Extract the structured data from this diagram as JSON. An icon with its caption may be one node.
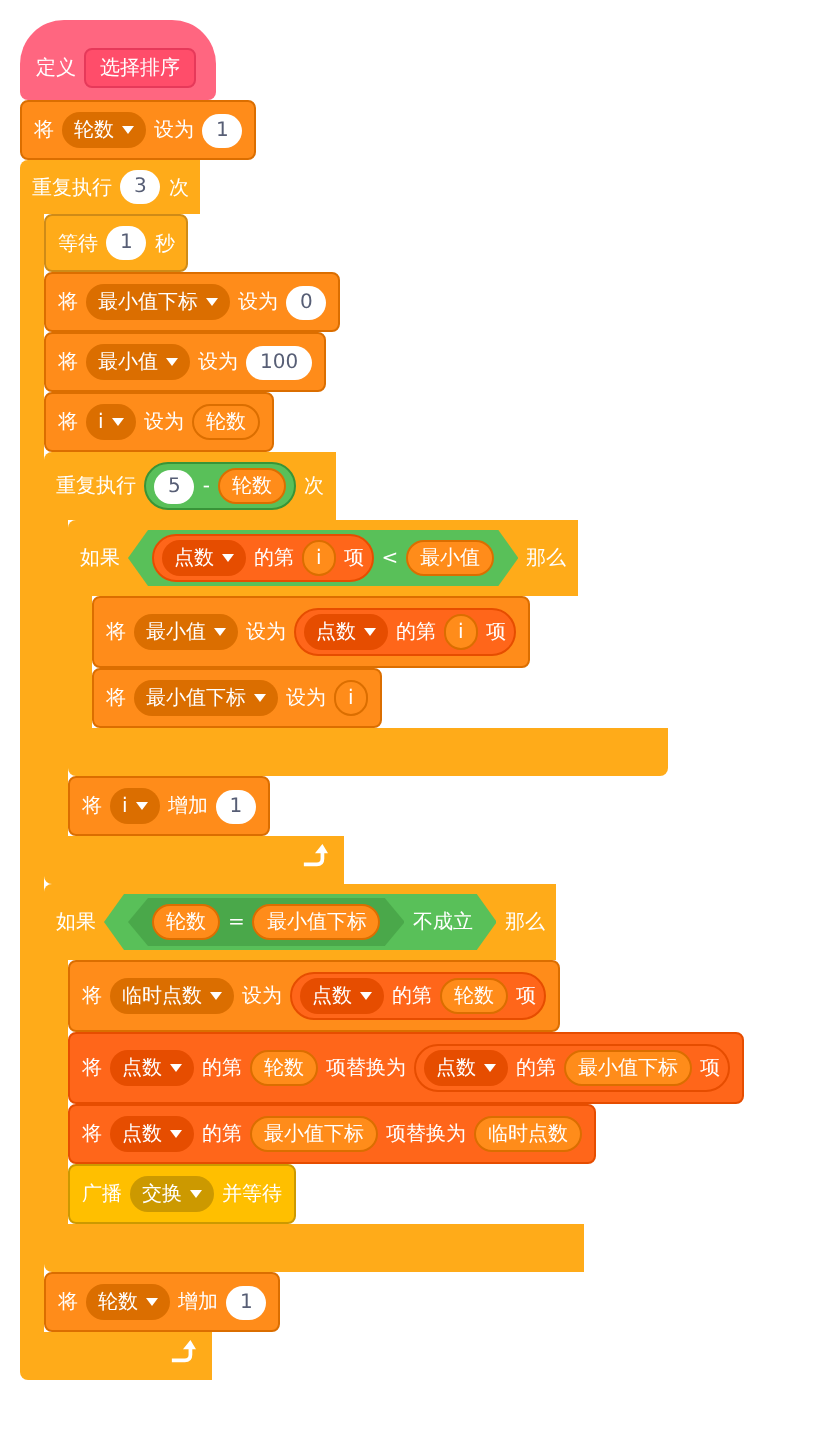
{
  "diagram": {
    "nodes": [
      {
        "text": [
          "定义",
          "选择排序"
        ]
      },
      {
        "text": [
          "将",
          "轮数",
          "设为",
          "1"
        ]
      },
      {
        "text": [
          "重复执行",
          "3",
          "次"
        ]
      },
      {
        "text": [
          "等待",
          "1",
          "秒"
        ],
        "in": 2
      },
      {
        "text": [
          "将",
          "最小值下标",
          "设为",
          "0"
        ],
        "in": 2
      },
      {
        "text": [
          "将",
          "最小值",
          "设为",
          "100"
        ],
        "in": 2
      },
      {
        "text": [
          "将",
          "i",
          "设为",
          "轮数"
        ],
        "in": 2
      },
      {
        "text": [
          "重复执行",
          "5",
          "-",
          "轮数",
          "次"
        ],
        "in": 2
      },
      {
        "text": [
          "如果",
          "点数",
          "的第",
          "i",
          "项",
          "<",
          "最小值",
          "那么"
        ],
        "in": 7
      },
      {
        "text": [
          "将",
          "最小值",
          "设为",
          "点数",
          "的第",
          "i",
          "项"
        ],
        "in": 8
      },
      {
        "text": [
          "将",
          "最小值下标",
          "设为",
          "i"
        ],
        "in": 8
      },
      {
        "text": [
          "将",
          "i",
          "增加",
          "1"
        ],
        "in": 7
      },
      {
        "text": [
          "如果",
          "轮数",
          "=",
          "最小值下标",
          "不成立",
          "那么"
        ],
        "in": 2
      },
      {
        "text": [
          "将",
          "临时点数",
          "设为",
          "点数",
          "的第",
          "轮数",
          "项"
        ],
        "in": 12
      },
      {
        "text": [
          "将",
          "点数",
          "的第",
          "轮数",
          "项替换为",
          "点数",
          "的第",
          "最小值下标",
          "项"
        ],
        "in": 12
      },
      {
        "text": [
          "将",
          "点数",
          "的第",
          "最小值下标",
          "项替换为",
          "临时点数"
        ],
        "in": 12
      },
      {
        "text": [
          "广播",
          "交换",
          "并等待"
        ],
        "in": 12
      },
      {
        "text": [
          "将",
          "轮数",
          "增加",
          "1"
        ],
        "in": 2
      }
    ]
  }
}
